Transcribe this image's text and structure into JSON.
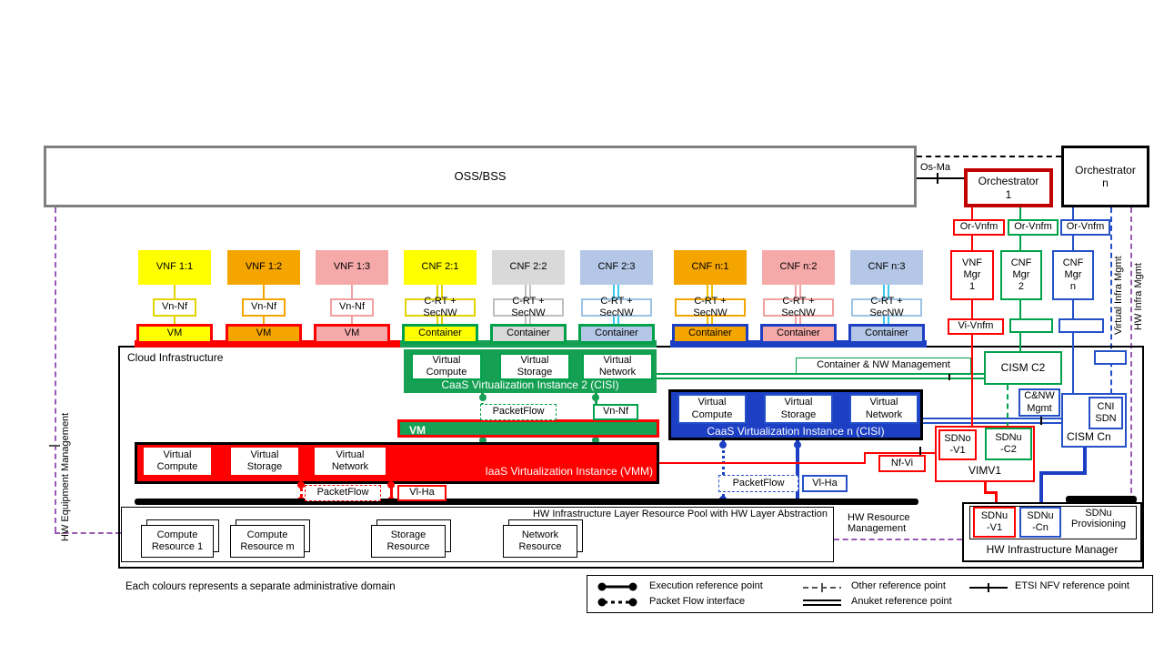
{
  "top": {
    "oss_bss": "OSS/BSS",
    "os_ma": "Os-Ma",
    "orchestrator_1": "Orchestrator\n1",
    "orchestrator_n": "Orchestrator\nn",
    "or_vnfm": [
      "Or-Vnfm",
      "Or-Vnfm",
      "Or-Vnfm"
    ]
  },
  "columns": [
    {
      "nf": "VNF 1:1",
      "ref": "Vn-Nf",
      "unit": "VM",
      "color": "#FFFF00"
    },
    {
      "nf": "VNF 1:2",
      "ref": "Vn-Nf",
      "unit": "VM",
      "color": "#F5A500"
    },
    {
      "nf": "VNF 1:3",
      "ref": "Vn-Nf",
      "unit": "VM",
      "color": "#F5A9A9"
    },
    {
      "nf": "CNF 2:1",
      "ref": "C-RT + SecNW",
      "unit": "Container",
      "color": "#FFFF00"
    },
    {
      "nf": "CNF 2:2",
      "ref": "C-RT + SecNW",
      "unit": "Container",
      "color": "#D9D9D9"
    },
    {
      "nf": "CNF 2:3",
      "ref": "C-RT + SecNW",
      "unit": "Container",
      "color": "#B4C7E7"
    },
    {
      "nf": "CNF n:1",
      "ref": "C-RT + SecNW",
      "unit": "Container",
      "color": "#F5A500"
    },
    {
      "nf": "CNF n:2",
      "ref": "C-RT + SecNW",
      "unit": "Container",
      "color": "#F5A9A9"
    },
    {
      "nf": "CNF n:3",
      "ref": "C-RT + SecNW",
      "unit": "Container",
      "color": "#B4C7E7"
    }
  ],
  "managers": {
    "vnf_mgr_1": "VNF\nMgr\n1",
    "cnf_mgr_2": "CNF\nMgr\n2",
    "cnf_mgr_n": "CNF\nMgr\nn",
    "vi_vnfm": "Vi-Vnfm"
  },
  "cloud": {
    "label": "Cloud Infrastructure"
  },
  "caas2": {
    "vc": "Virtual\nCompute",
    "vs": "Virtual\nStorage",
    "vn": "Virtual\nNetwork",
    "label": "CaaS Virtualization Instance 2 (CISI)",
    "packetflow": "PacketFlow",
    "vn_nf": "Vn-Nf"
  },
  "vm_bar": "VM",
  "iaas": {
    "vc": "Virtual\nCompute",
    "vs": "Virtual\nStorage",
    "vn": "Virtual\nNetwork",
    "label": "IaaS Virtualization Instance (VMM)",
    "packetflow": "PacketFlow",
    "vl_ha": "Vl-Ha"
  },
  "caasn": {
    "vc": "Virtual\nCompute",
    "vs": "Virtual\nStorage",
    "vn": "Virtual\nNetwork",
    "label": "CaaS Virtualization Instance n (CISI)",
    "packetflow": "PacketFlow",
    "vl_ha": "Vl-Ha"
  },
  "right": {
    "container_nw_mgmt": "Container & NW Management",
    "cism_c2": "CISM C2",
    "cnw_mgmt": "C&NW\nMgmt",
    "cni_sdn": "CNI\nSDN",
    "cism_cn": "CISM Cn",
    "sdno_v1": "SDNo\n-V1",
    "sdnu_c2": "SDNu\n-C2",
    "vimv1": "VIMV1",
    "nf_vi": "Nf-Vi",
    "sdnu_v1": "SDNu\n-V1",
    "sdnu_cn": "SDNu\n-Cn",
    "sdnu_provisioning": "SDNu\nProvisioning",
    "hw_infra_manager": "HW Infrastructure Manager",
    "hw_resource_mgmt": "HW Resource\nManagement",
    "virtual_infra_mgmt": "Virtual Infra Mgmt",
    "hw_infra_mgmt": "HW Infra Mgmt"
  },
  "left": {
    "hw_equipment_mgmt": "HW Equipment Management"
  },
  "pool": {
    "title": "HW Infrastructure Layer Resource Pool with HW Layer Abstraction",
    "resources": [
      "Compute\nResource 1",
      "Compute\nResource m",
      "Storage\nResource",
      "Network\nResource"
    ]
  },
  "legend": {
    "execution": "Execution reference point",
    "packet_flow": "Packet Flow interface",
    "other": "Other reference point",
    "anuket": "Anuket reference point",
    "etsi": "ETSI NFV reference point"
  },
  "footnote": "Each colours represents a separate administrative domain",
  "colors": {
    "yellow": "#FFFF00",
    "orange": "#F5A500",
    "pink": "#F5A9A9",
    "gray": "#D9D9D9",
    "light_blue": "#B4C7E7",
    "red": "#FF0000",
    "dark_red": "#C00000",
    "green_fill": "#16A054",
    "green_line": "#00A14B",
    "blue_fill": "#1C3FC4",
    "blue_line": "#2450C8",
    "cyan_line": "#38C8F0",
    "purple_dashed": "#9B59B6",
    "oss_border": "#7F7F7F"
  }
}
